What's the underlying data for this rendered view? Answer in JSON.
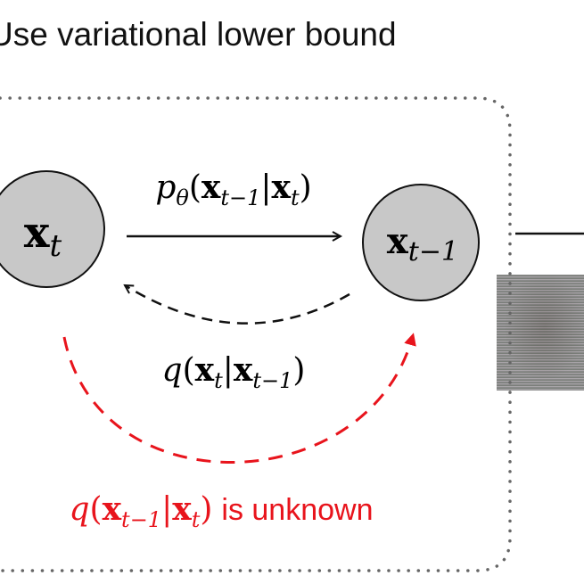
{
  "heading": "Use variational lower bound",
  "nodes": {
    "left": {
      "base": "x",
      "sub": "t"
    },
    "right": {
      "base": "x",
      "sub": "t−1"
    }
  },
  "forward_label": {
    "func": "p",
    "param": "θ",
    "arg_base": "x",
    "arg_sub": "t−1",
    "cond_base": "x",
    "cond_sub": "t"
  },
  "reverse_label": {
    "func": "q",
    "arg_base": "x",
    "arg_sub": "t",
    "cond_base": "x",
    "cond_sub": "t−1"
  },
  "unknown_note": {
    "func": "q",
    "arg_base": "x",
    "arg_sub": "t−1",
    "cond_base": "x",
    "cond_sub": "t",
    "suffix": "is unknown"
  },
  "colors": {
    "accent_red": "#e8141c",
    "node_fill": "#c8c8c8",
    "ink": "#111111",
    "border_dots": "#666666"
  }
}
